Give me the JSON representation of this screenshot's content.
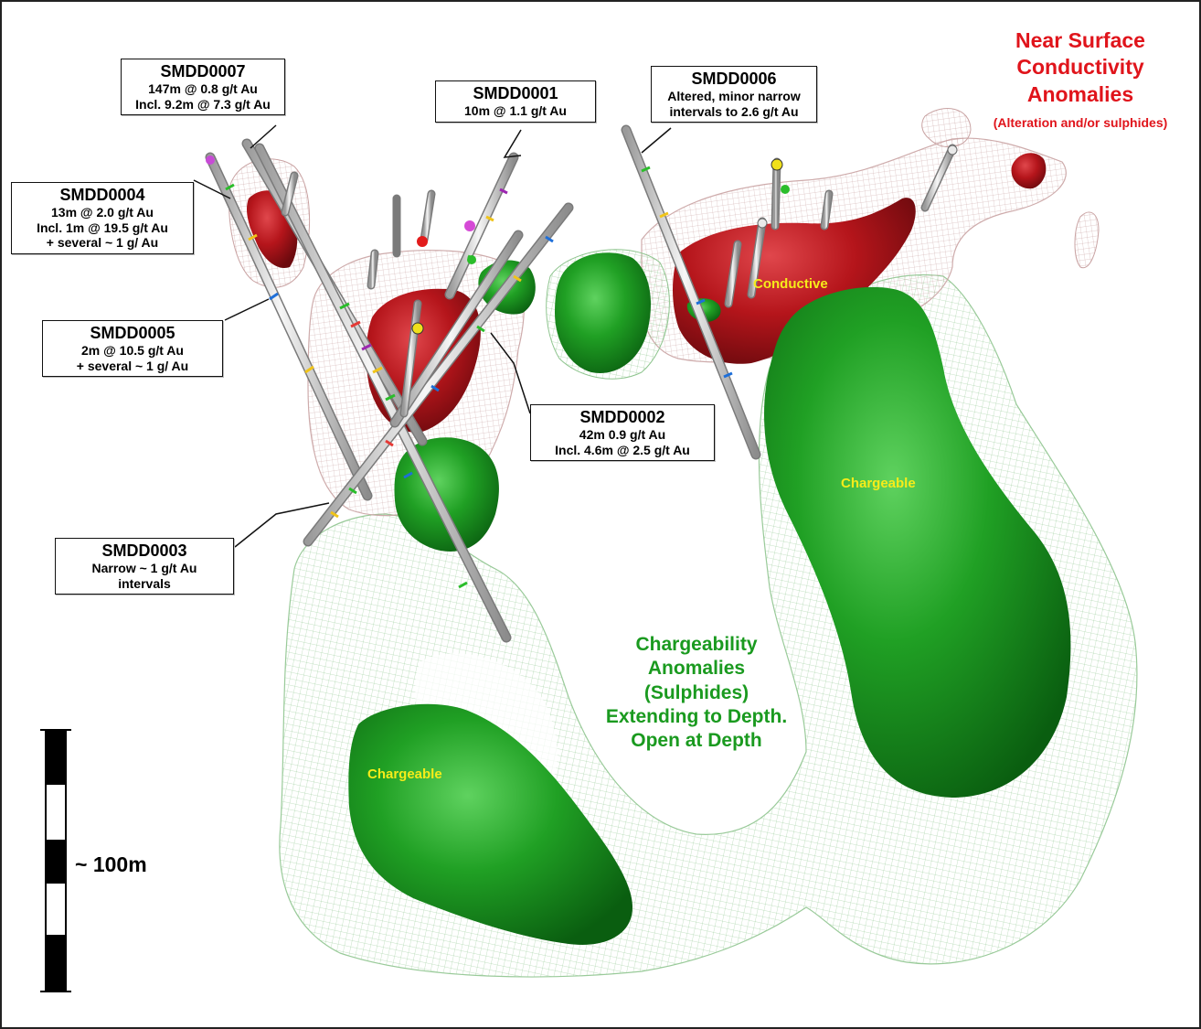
{
  "heading_conductivity": {
    "line1": "Near Surface",
    "line2": "Conductivity",
    "line3": "Anomalies",
    "sub": "(Alteration and/or sulphides)",
    "color": "#e0141b"
  },
  "heading_chargeability": {
    "line1": "Chargeability",
    "line2": "Anomalies",
    "line3": "(Sulphides)",
    "line4": "Extending to Depth.",
    "line5": "Open at Depth",
    "color": "#1a9a1f"
  },
  "body_labels": {
    "conductive": "Conductive",
    "chargeable_right": "Chargeable",
    "chargeable_left": "Chargeable",
    "label_color": "#f6ec1a"
  },
  "callouts": {
    "smdd0007": {
      "hole": "SMDD0007",
      "lines": [
        "147m @ 0.8 g/t Au",
        "Incl. 9.2m @ 7.3 g/t Au"
      ]
    },
    "smdd0001": {
      "hole": "SMDD0001",
      "lines": [
        "10m @ 1.1 g/t Au"
      ]
    },
    "smdd0006": {
      "hole": "SMDD0006",
      "lines": [
        "Altered, minor narrow",
        "intervals to 2.6 g/t Au"
      ]
    },
    "smdd0004": {
      "hole": "SMDD0004",
      "lines": [
        "13m @ 2.0 g/t Au",
        "Incl. 1m @ 19.5 g/t Au",
        "+ several ~ 1 g/ Au"
      ]
    },
    "smdd0005": {
      "hole": "SMDD0005",
      "lines": [
        "2m @ 10.5 g/t Au",
        "+ several ~ 1 g/ Au"
      ]
    },
    "smdd0002": {
      "hole": "SMDD0002",
      "lines": [
        "42m  0.9 g/t Au",
        "Incl. 4.6m @ 2.5 g/t Au"
      ]
    },
    "smdd0003": {
      "hole": "SMDD0003",
      "lines": [
        "Narrow ~ 1 g/t Au",
        "intervals"
      ]
    }
  },
  "scale_bar": {
    "label": "~ 100m"
  },
  "colors": {
    "conductive_body": "#b3151b",
    "chargeable_body": "#1f9a24",
    "conductive_shell": "#c9a3a3",
    "chargeable_shell": "#8fc58f",
    "drill_hole": "#e4e4e4"
  }
}
